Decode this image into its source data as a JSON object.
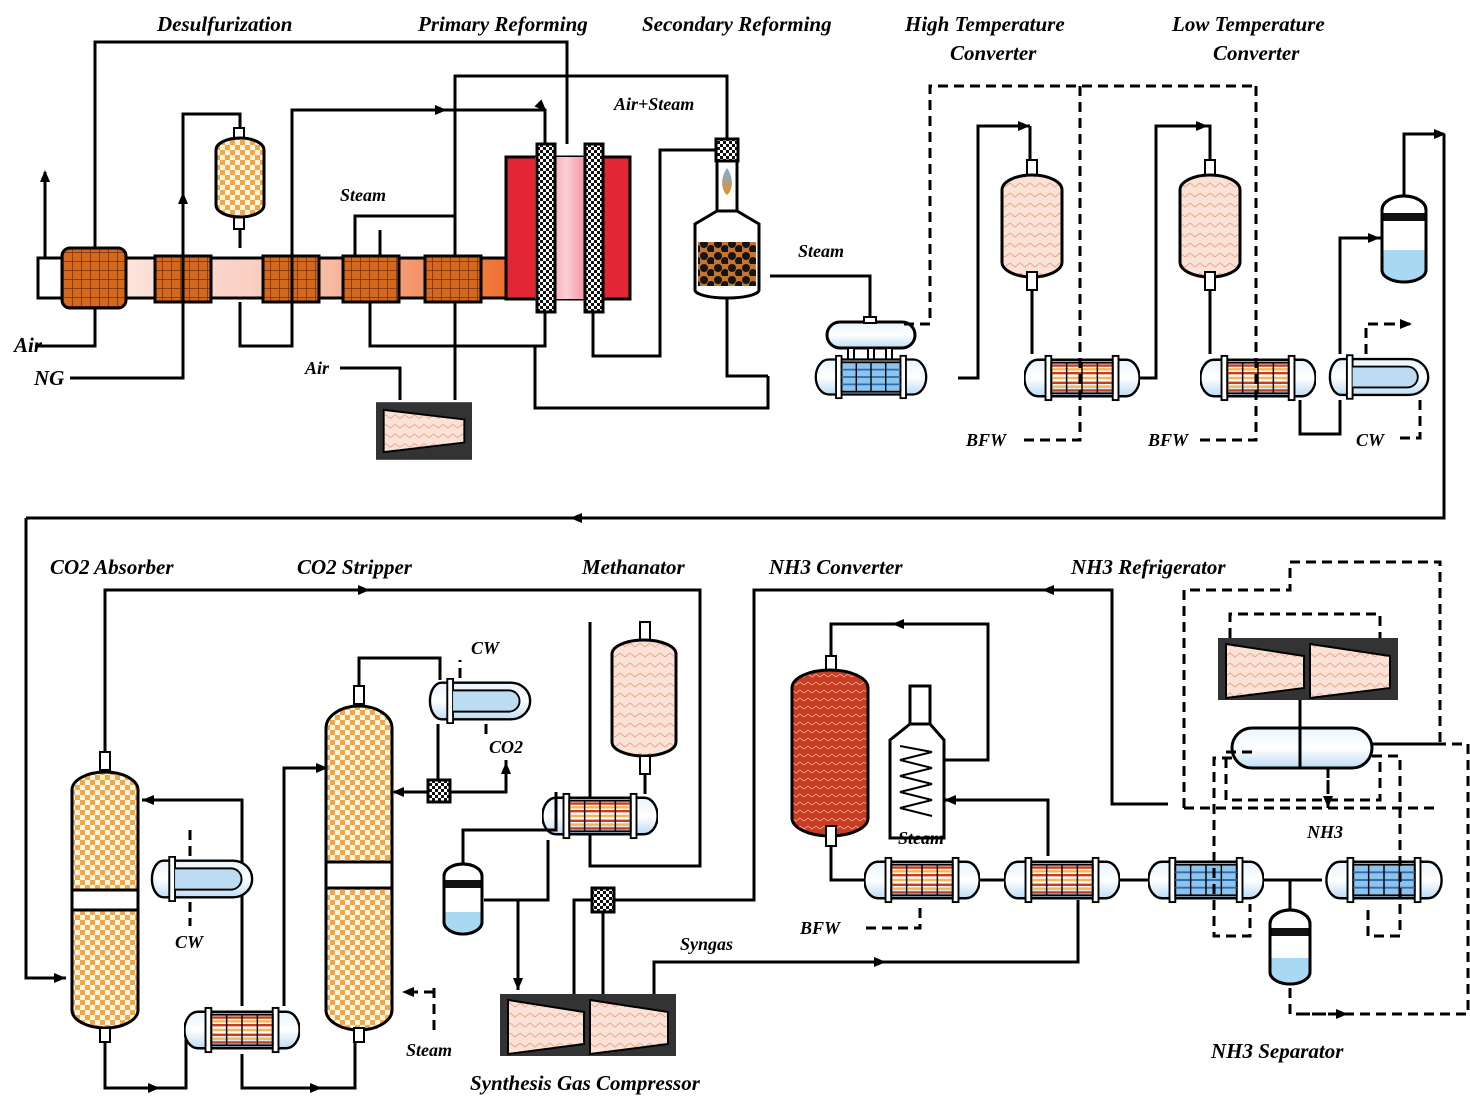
{
  "labels": {
    "desulfurization": "Desulfurization",
    "primary_reforming": "Primary Reforming",
    "secondary_reforming": "Secondary Reforming",
    "htc_line1": "High Temperature",
    "htc_line2": "Converter",
    "ltc_line1": "Low Temperature",
    "ltc_line2": "Converter",
    "air_steam": "Air+Steam",
    "steam": "Steam",
    "air": "Air",
    "ng": "NG",
    "bfw": "BFW",
    "cw": "CW",
    "co2_absorber": "CO2 Absorber",
    "co2_stripper": "CO2 Stripper",
    "methanator": "Methanator",
    "nh3_converter": "NH3 Converter",
    "nh3_refrigerator": "NH3 Refrigerator",
    "co2": "CO2",
    "syngas": "Syngas",
    "nh3": "NH3",
    "nh3_separator": "NH3 Separator",
    "synthesis_gas_compressor": "Synthesis Gas Compressor"
  },
  "colors": {
    "reformer_red": "#e32636",
    "reformer_tube": "#f5a0b0",
    "duct_light": "#fbe0d8",
    "duct_orange": "#f07f3c",
    "grid_orange": "#d2691e",
    "catalyst_orange": "#f2a64a",
    "catalyst_light": "#fbe2d6",
    "catalyst_red": "#c83c24",
    "vessel_blue": "#cfe6f8",
    "liquid_blue": "#a8d8f2"
  }
}
